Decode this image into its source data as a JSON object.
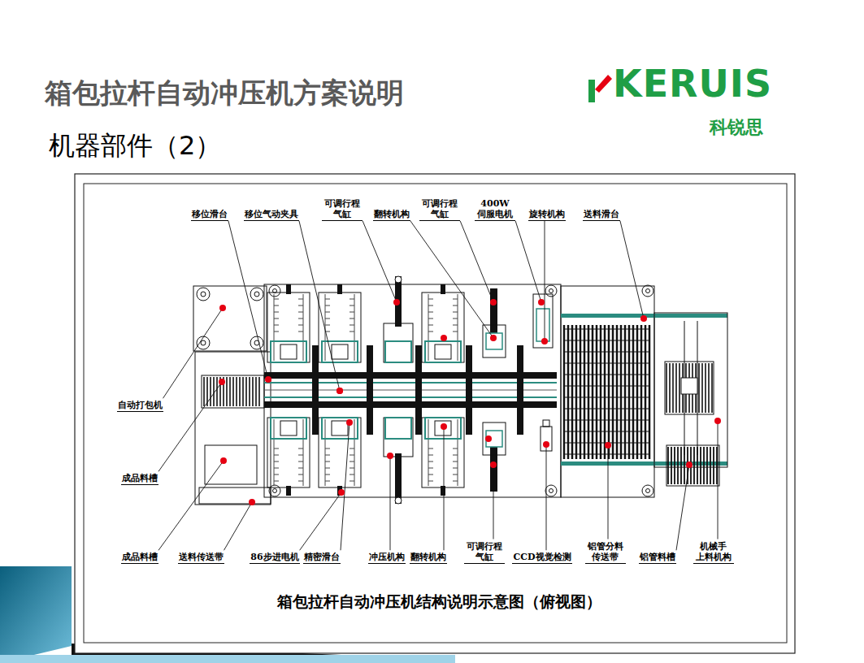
{
  "diagram": {
    "title": "箱包拉杆自动冲压机方案说明",
    "caption": "箱包拉杆自动冲压机结构说明示意图（俯视图）",
    "labels": [
      "机器部件（2）",
      "KERUIS",
      "科锐思",
      "移位滑台",
      "移位气动夹具",
      "可调行程 气缸",
      "翻转机构",
      "可调行程 气缸",
      "400W 伺服电机",
      "旋转机构",
      "送料滑台",
      "自动打包机",
      "成品料槽",
      "成品料槽",
      "送料传送带",
      "86步进电机",
      "精密滑台",
      "冲压机构",
      "翻转机构",
      "可调行程 气缸",
      "CCD视觉检测",
      "铝管分料 传送带",
      "铝管料槽",
      "机械手 上料机构"
    ]
  }
}
